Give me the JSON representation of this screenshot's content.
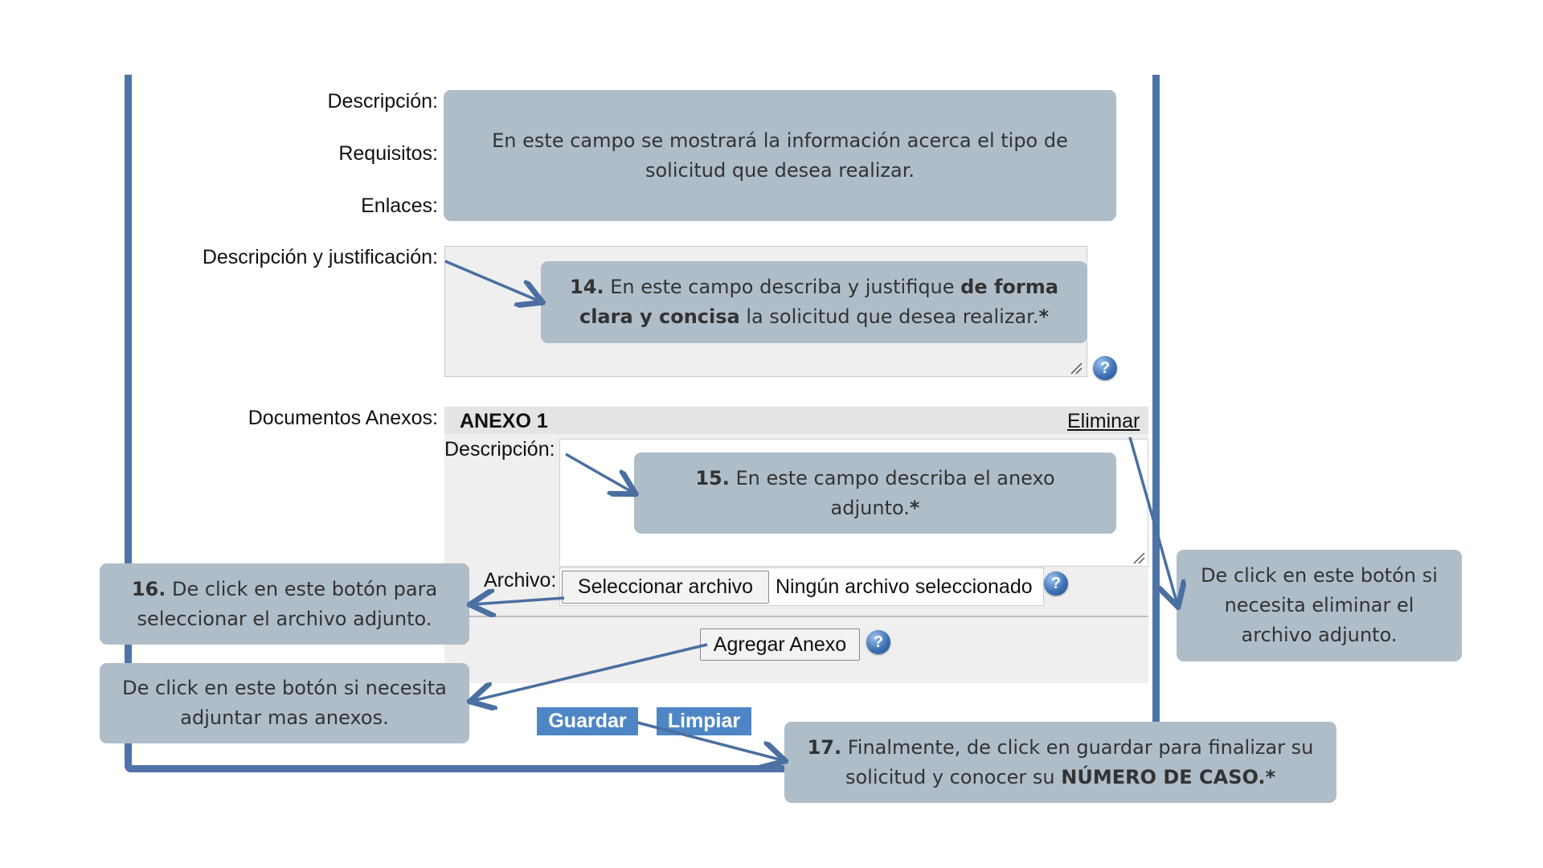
{
  "form": {
    "descripcion_label": "Descripción:",
    "requisitos_label": "Requisitos:",
    "enlaces_label": "Enlaces:",
    "justificacion_label": "Descripción y justificación:",
    "documentos_label": "Documentos Anexos:",
    "anexo_title": "ANEXO 1",
    "eliminar_link": "Eliminar",
    "anexo_descripcion_label": "Descripción:",
    "archivo_label": "Archivo:",
    "seleccionar_button": "Seleccionar archivo",
    "ningun_archivo": "Ningún archivo seleccionado",
    "agregar_anexo_button": "Agregar Anexo",
    "guardar_button": "Guardar",
    "limpiar_button": "Limpiar"
  },
  "callouts": {
    "info": "En este campo se mostrará la información acerca el tipo de solicitud que desea realizar.",
    "c14_num": "14.",
    "c14_a": " En este campo describa y justifique ",
    "c14_b": "de forma clara y concisa",
    "c14_c": " la solicitud que desea realizar.",
    "c14_star": "*",
    "c15_num": "15.",
    "c15_a": " En este campo describa el anexo adjunto.",
    "c15_star": "*",
    "c16_num": "16.",
    "c16_a": " De click en este botón para seleccionar el archivo adjunto.",
    "agregar": "De click en este botón si necesita adjuntar mas anexos.",
    "eliminar": "De click en este botón si necesita eliminar el archivo adjunto.",
    "c17_num": "17.",
    "c17_a": " Finalmente, de click en guardar para finalizar su solicitud y conocer su ",
    "c17_b": "NÚMERO DE CASO.*"
  },
  "icons": {
    "help": "help-icon",
    "resize": "resize-handle-icon"
  },
  "colors": {
    "frame": "#4e73a8",
    "callout": "#afbdc9",
    "primary_button": "#4e86c5",
    "arrow": "#4a6fa0"
  }
}
